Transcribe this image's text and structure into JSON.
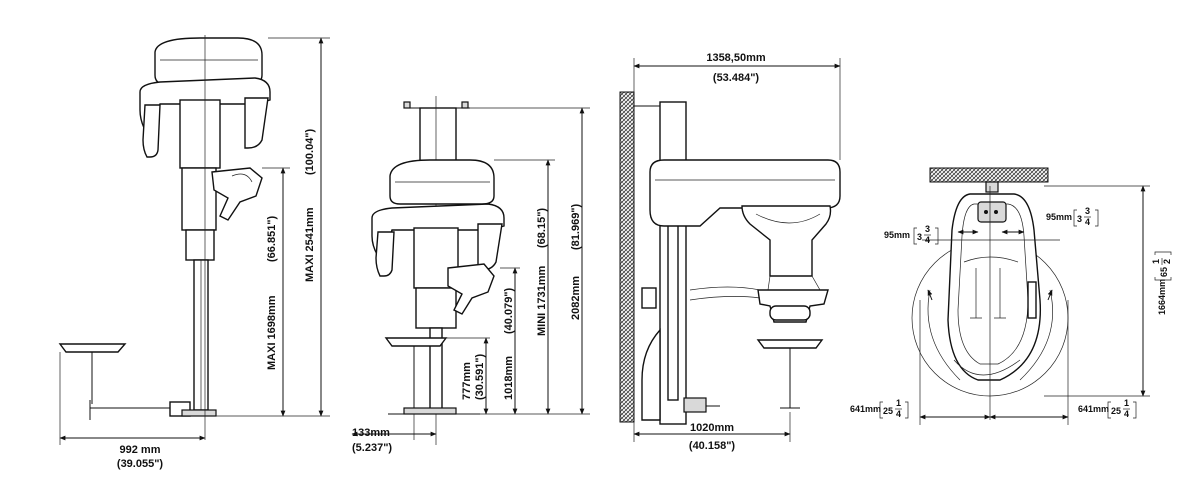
{
  "view1": {
    "width_mm": "992 mm",
    "width_in": "(39.055\")",
    "height_mid": "MAXI 1698mm",
    "height_mid_in": "(66.851\")",
    "height_total": "MAXI 2541mm",
    "height_total_in": "(100.04\")"
  },
  "view2": {
    "offset_mm": "133mm",
    "offset_in": "(5.237\")",
    "h1_mm": "777mm",
    "h1_in": "(30.591\")",
    "h2_mm": "1018mm",
    "h2_in": "(40.079\")",
    "h3": "MINI 1731mm",
    "h3_in": "(68.15\")",
    "h4_mm": "2082mm",
    "h4_in": "(81.969\")"
  },
  "view3": {
    "top_mm": "1358,50mm",
    "top_in": "(53.484\")",
    "bottom_mm": "1020mm",
    "bottom_in": "(40.158\")"
  },
  "view4": {
    "left_gap_mm": "95mm",
    "left_gap_whole": "3",
    "left_gap_num": "3",
    "left_gap_den": "4",
    "right_gap_mm": "95mm",
    "right_gap_whole": "3",
    "right_gap_num": "3",
    "right_gap_den": "4",
    "height_mm": "1664mm",
    "height_whole": "65",
    "height_num": "1",
    "height_den": "2",
    "left_w_mm": "641mm",
    "left_w_whole": "25",
    "left_w_num": "1",
    "left_w_den": "4",
    "right_w_mm": "641mm",
    "right_w_whole": "25",
    "right_w_num": "1",
    "right_w_den": "4"
  }
}
